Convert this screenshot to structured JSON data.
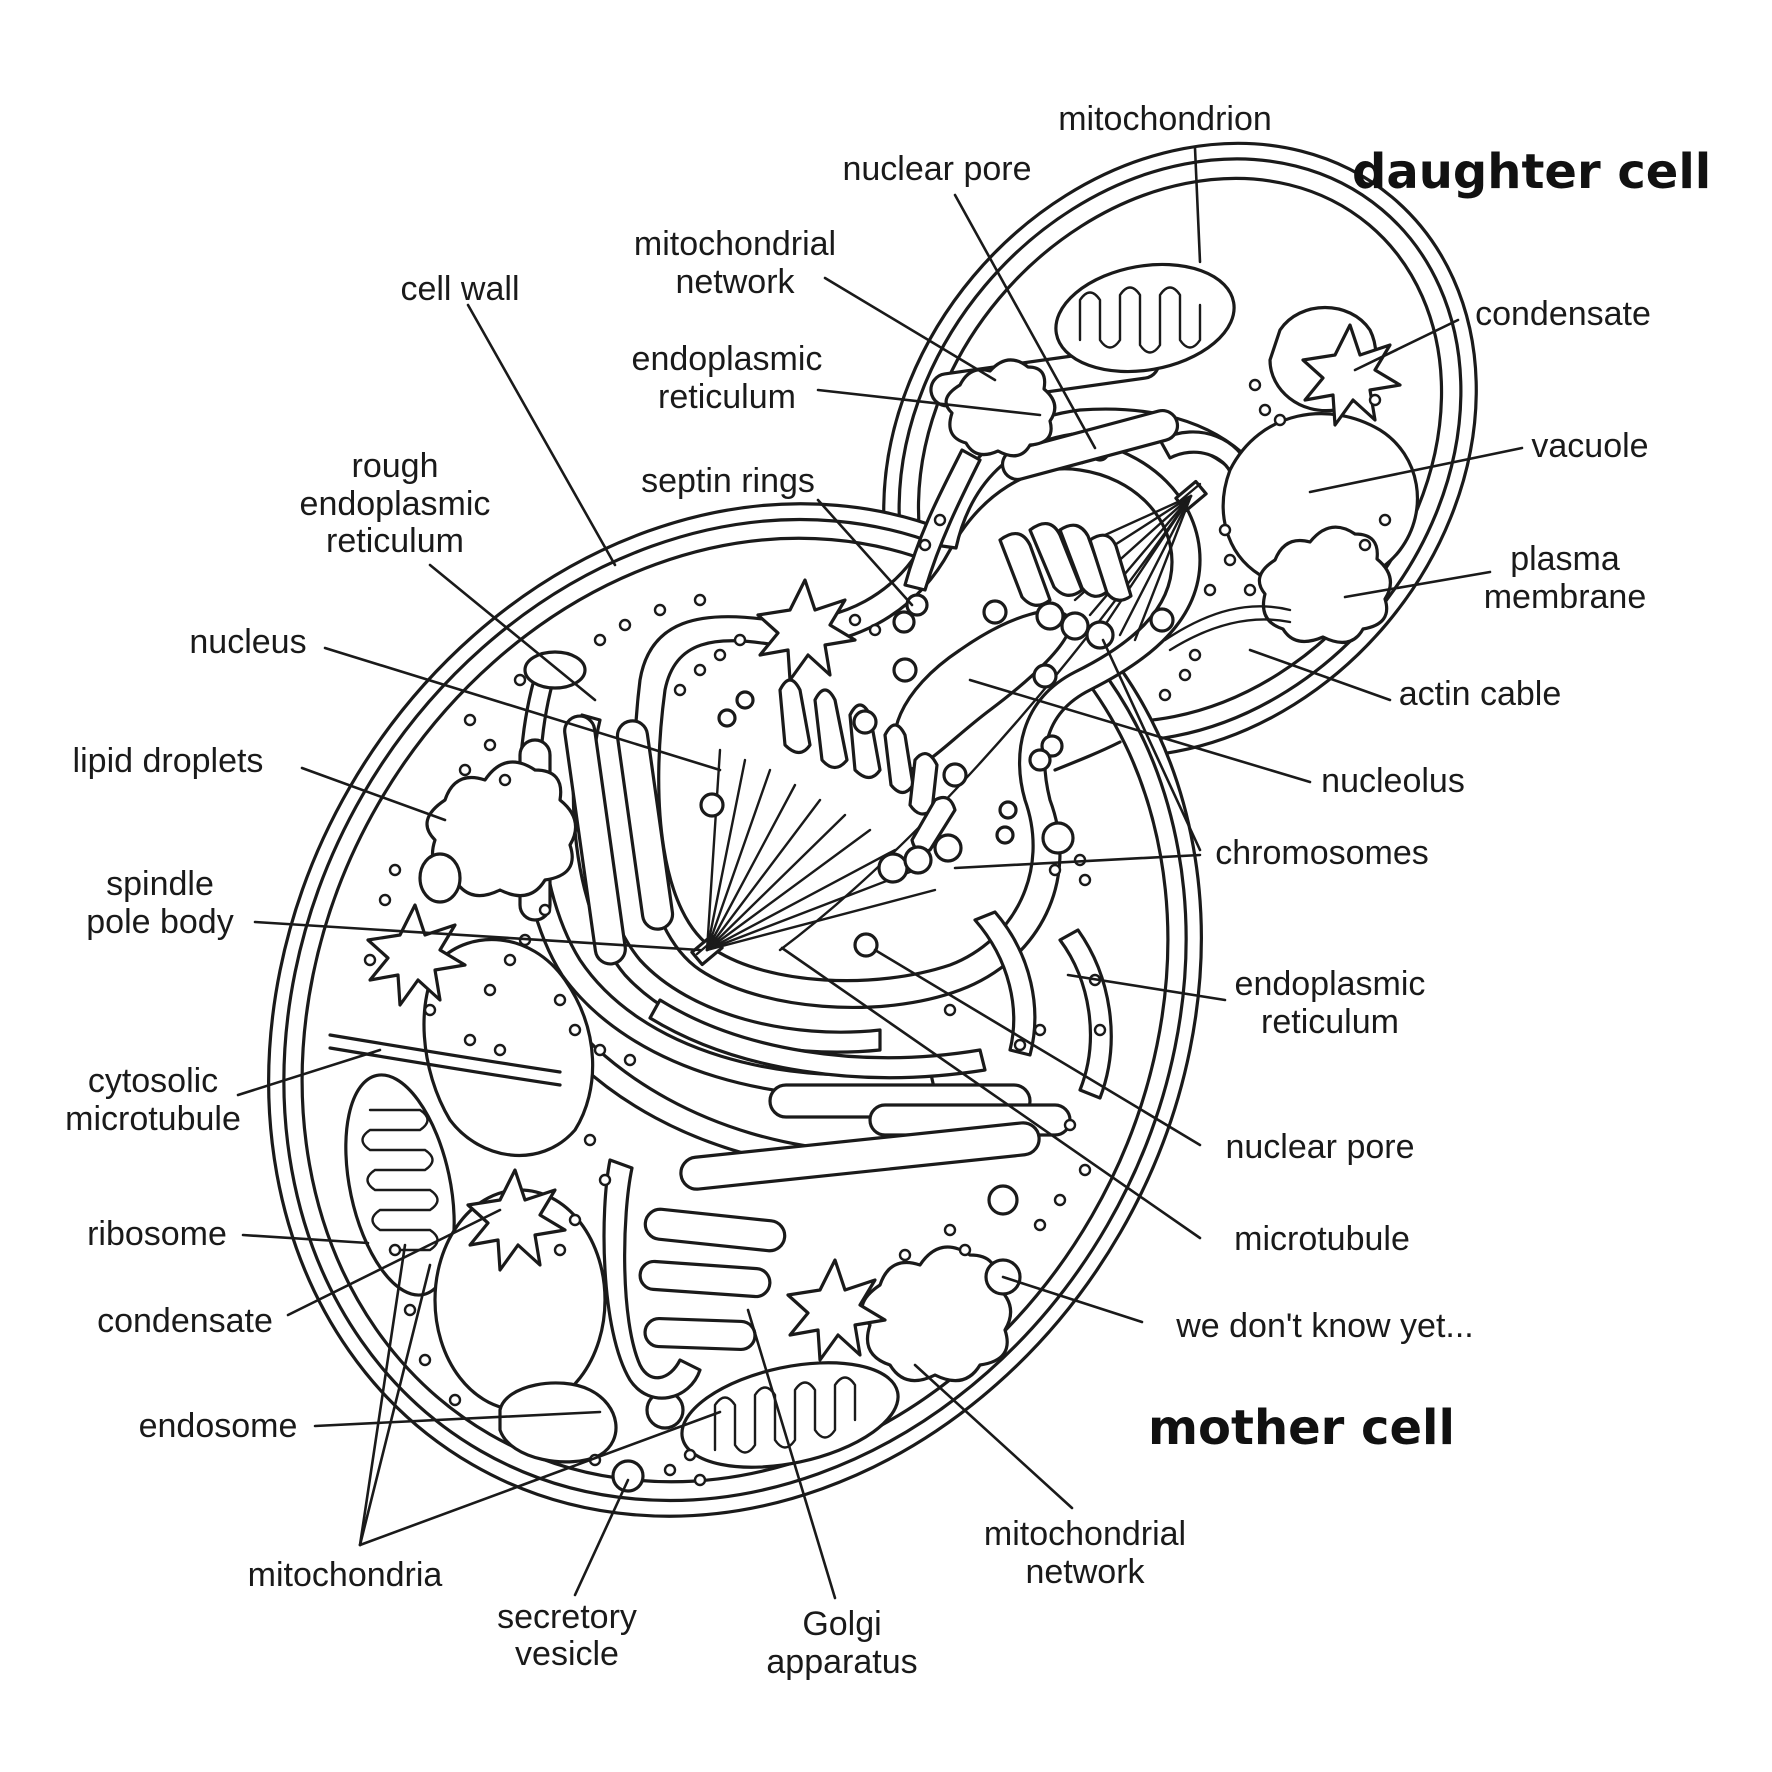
{
  "titles": {
    "daughter": "daughter cell",
    "mother": "mother cell"
  },
  "labels": {
    "mitochondrion": "mitochondrion",
    "nuclear_pore_top": "nuclear pore",
    "mito_network_top_1": "mitochondrial",
    "mito_network_top_2": "network",
    "cell_wall": "cell wall",
    "condensate_right": "condensate",
    "er_top_1": "endoplasmic",
    "er_top_2": "reticulum",
    "vacuole": "vacuole",
    "rough_er_1": "rough",
    "rough_er_2": "endoplasmic",
    "rough_er_3": "reticulum",
    "septin_rings": "septin rings",
    "plasma_membrane_1": "plasma",
    "plasma_membrane_2": "membrane",
    "nucleus": "nucleus",
    "actin_cable": "actin cable",
    "lipid_droplets": "lipid droplets",
    "nucleolus": "nucleolus",
    "chromosomes": "chromosomes",
    "spindle_pole_body_1": "spindle",
    "spindle_pole_body_2": "pole body",
    "er_right_1": "endoplasmic",
    "er_right_2": "reticulum",
    "cytosolic_microtubule_1": "cytosolic",
    "cytosolic_microtubule_2": "microtubule",
    "nuclear_pore_right": "nuclear pore",
    "ribosome": "ribosome",
    "microtubule": "microtubule",
    "condensate_left": "condensate",
    "unknown": "we don't know yet...",
    "endosome": "endosome",
    "mito_network_bottom_1": "mitochondrial",
    "mito_network_bottom_2": "network",
    "mitochondria": "mitochondria",
    "secretory_vesicle_1": "secretory",
    "secretory_vesicle_2": "vesicle",
    "golgi_1": "Golgi",
    "golgi_2": "apparatus"
  }
}
